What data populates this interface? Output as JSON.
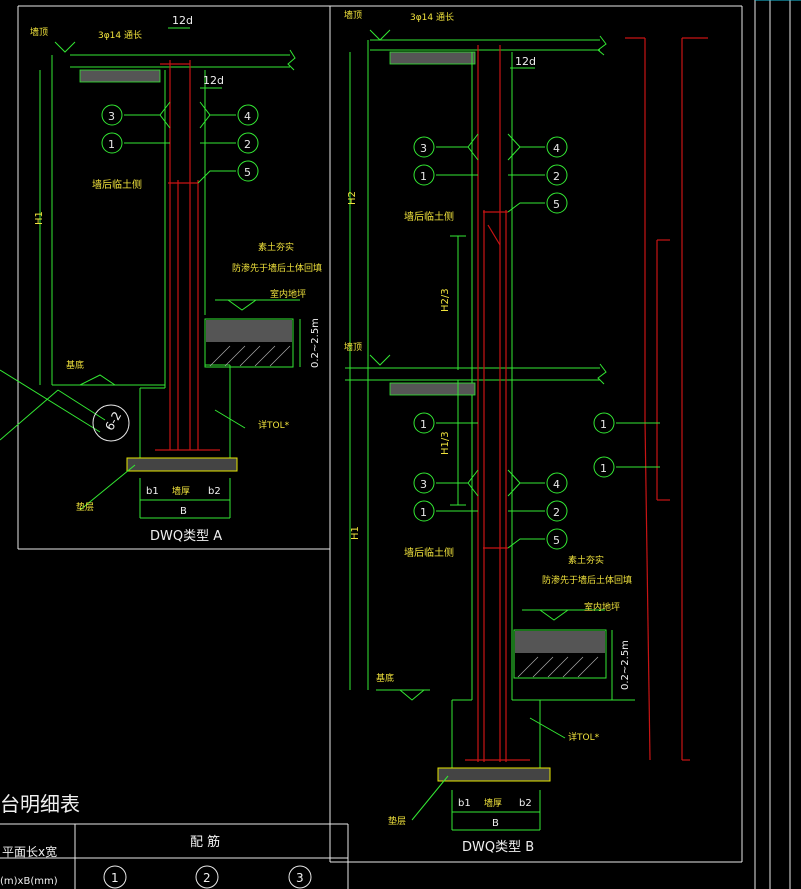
{
  "type_a": {
    "title": "DWQ类型   A",
    "rebar_note": "3φ14 通长",
    "dim_12d_top": "12d",
    "dim_12d_inner": "12d",
    "label_parapet": "墙顶",
    "label_backfill": "墙后临土侧",
    "label_h": "H1",
    "label_fill_top": "素土夯实",
    "label_waterproof": "防渗先于墙后土体回填",
    "label_indoor": "室内地坪",
    "label_slope": "0.2~2.5m",
    "label_base": "基底",
    "label_tol": "详TOL*",
    "label_cushion": "垫层",
    "dim_b1": "b1",
    "dim_wall": "墙厚",
    "dim_b2": "b2",
    "dim_b": "B",
    "circle_label": "6-2",
    "bubbles": [
      "3",
      "1",
      "4",
      "2",
      "5"
    ]
  },
  "type_b": {
    "title": "DWQ类型   B",
    "rebar_note": "3φ14 通长",
    "dim_12d": "12d",
    "label_parapet": "墙顶",
    "label_parapet_mid": "墙顶",
    "label_backfill_upper": "墙后临土侧",
    "label_backfill_lower": "墙后临土侧",
    "label_h2": "H2",
    "label_h2_3": "H2/3",
    "label_h1_3": "H1/3",
    "label_h1": "H1",
    "label_fill_top": "素土夯实",
    "label_waterproof": "防渗先于墙后土体回填",
    "label_indoor": "室内地坪",
    "label_slope": "0.2~2.5m",
    "label_base": "基底",
    "label_tol": "详TOL*",
    "label_cushion": "垫层",
    "dim_b1": "b1",
    "dim_wall": "墙厚",
    "dim_b2": "b2",
    "dim_b": "B",
    "bubbles_upper": [
      "3",
      "1",
      "4",
      "2",
      "5"
    ],
    "bubbles_lower": [
      "1",
      "3",
      "1",
      "4",
      "2",
      "5"
    ],
    "bubbles_right": [
      "1",
      "1"
    ]
  },
  "table": {
    "title": "台明细表",
    "col_size": "平面长x宽",
    "col_size_sub": "(m)xB(mm)",
    "col_rebar": "配  筋",
    "rebar_cols": [
      "1",
      "2",
      "3"
    ]
  }
}
